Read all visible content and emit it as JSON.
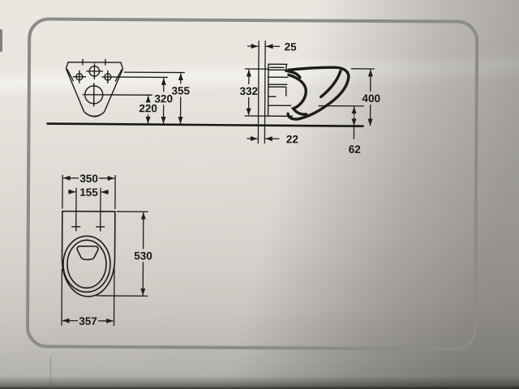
{
  "photo": {
    "paper_color": "#e7e4de",
    "border_color": "#8b8b87",
    "line_color": "#1c1c1c"
  },
  "views": {
    "front": {
      "dim_overall_height": "355",
      "dim_fixing_height": "320",
      "dim_outlet_height": "220"
    },
    "side": {
      "dim_top_offset": "25",
      "dim_mount_height": "332",
      "dim_total_height": "400",
      "dim_bottom_offset": "22",
      "dim_floor_clearance": "62"
    },
    "plan": {
      "dim_width": "350",
      "dim_hole_spacing": "155",
      "dim_depth": "530",
      "dim_base_width": "357"
    }
  }
}
